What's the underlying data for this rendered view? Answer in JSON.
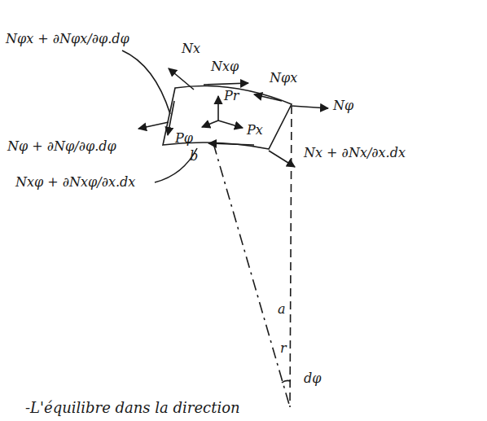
{
  "diagram": {
    "labels": [
      "Nx",
      "Nxφ",
      "Nφx + ∂Nφx/∂φ.dφ",
      "Pr",
      "Nφx",
      "Nφ",
      "Pφ",
      "Px",
      "Nφ + ∂Nφ/∂φ.dφ",
      "b",
      "Nx + ∂Nx/∂x.dx",
      "Nxφ + ∂Nxφ/∂x.dx",
      "a",
      "r",
      "dφ",
      "-L'équilibre dans la direction"
    ]
  }
}
